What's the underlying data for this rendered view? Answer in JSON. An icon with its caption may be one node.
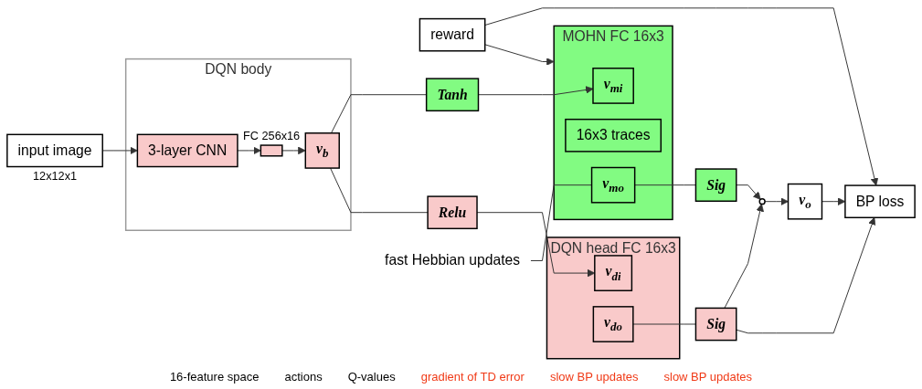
{
  "diagram": {
    "nodes": [
      {
        "text": [
          "reward"
        ]
      },
      {
        "text": [
          "input image"
        ],
        "beside": [
          "12x12x1"
        ]
      },
      {
        "text": [
          "DQN body"
        ]
      },
      {
        "text": [
          "3-layer CNN"
        ],
        "in": 2
      },
      {
        "text": [],
        "shape": "bar",
        "beside": [
          "FC 256x16"
        ],
        "in": 2
      },
      {
        "text": [
          "v$_{b}$"
        ],
        "in": 2
      },
      {
        "text": [
          "Tanh"
        ]
      },
      {
        "text": [
          "MOHN",
          "FC 16x3"
        ]
      },
      {
        "text": [
          "v$_{mi}$"
        ],
        "in": 7
      },
      {
        "text": [
          "16x3 traces"
        ],
        "in": 7
      },
      {
        "text": [
          "v$_{mo}$"
        ],
        "in": 7
      },
      {
        "text": [
          "Sig"
        ]
      },
      {
        "text": [
          "Relu"
        ]
      },
      {
        "text": [
          "DQN head",
          "FC 16x3"
        ]
      },
      {
        "text": [
          "v$_{di}$"
        ],
        "in": 13
      },
      {
        "text": [
          "v$_{do}$"
        ],
        "in": 13
      },
      {
        "text": [
          "Sig"
        ]
      },
      {
        "text": [],
        "shape": "circle"
      },
      {
        "text": [
          "v$_{o}$"
        ]
      },
      {
        "text": [
          "BP loss"
        ]
      },
      {
        "text": [
          "fast Hebbian updates"
        ]
      }
    ],
    "edges": [
      {
        "from": 0,
        "to": 19,
        "arrow": "to"
      },
      {
        "from": 0,
        "to": 7,
        "arrow": "to"
      },
      {
        "from": 1,
        "to": 3,
        "arrow": "to"
      },
      {
        "from": 3,
        "to": 4,
        "arrow": "to"
      },
      {
        "from": 4,
        "to": 5,
        "arrow": "to"
      },
      {
        "from": 5,
        "to": 6,
        "arrow": "none"
      },
      {
        "from": 5,
        "to": 12,
        "arrow": "none"
      },
      {
        "from": 6,
        "to": 8,
        "arrow": "to"
      },
      {
        "from": 10,
        "to": 11,
        "arrow": "none"
      },
      {
        "from": 11,
        "to": 17,
        "arrow": "to"
      },
      {
        "from": 12,
        "to": 14,
        "arrow": "to"
      },
      {
        "from": 15,
        "to": 16,
        "arrow": "none"
      },
      {
        "from": 16,
        "to": 17,
        "arrow": "to"
      },
      {
        "from": 16,
        "to": 19,
        "arrow": "to"
      },
      {
        "from": 17,
        "to": 18,
        "arrow": "to"
      },
      {
        "from": 18,
        "to": 19,
        "arrow": "to"
      },
      {
        "from": 20,
        "to": 10,
        "arrow": "none"
      }
    ],
    "labels": [
      "16-feature space",
      "actions",
      "Q-values",
      "gradient of TD error",
      "slow BP updates",
      "slow BP updates"
    ]
  }
}
